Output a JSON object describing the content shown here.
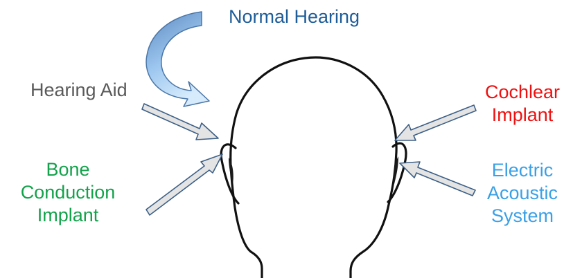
{
  "labels": {
    "normal_hearing": "Normal Hearing",
    "hearing_aid": "Hearing Aid",
    "cochlear_implant": [
      "Cochlear",
      "Implant"
    ],
    "bone_conduction_implant": [
      "Bone",
      "Conduction",
      "Implant"
    ],
    "electric_acoustic_system": [
      "Electric",
      "Acoustic",
      "System"
    ]
  },
  "colors": {
    "normal_hearing": "#1f5d99",
    "hearing_aid": "#5a5a5a",
    "cochlear_implant": "#ee1111",
    "bone_conduction_implant": "#13a24b",
    "electric_acoustic_system": "#3aa0e6",
    "arrow_fill": "#e4e4e4",
    "arrow_stroke": "#3c5f86",
    "curved_arrow_light": "#cfe6fb",
    "curved_arrow_dark": "#5b88bf"
  },
  "icons": {
    "head": "head-outline-icon",
    "curved_arrow": "curved-arrow-icon",
    "straight_arrow": "arrow-icon"
  }
}
